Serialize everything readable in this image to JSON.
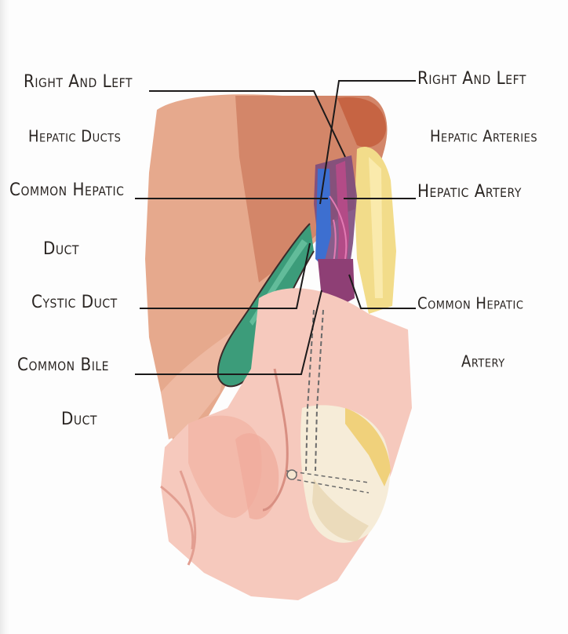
{
  "labels": {
    "left": {
      "right_left_hepatic_ducts": [
        "Right And Left",
        "Hepatic Ducts"
      ],
      "common_hepatic_duct": [
        "Common Hepatic",
        "Duct"
      ],
      "cystic_duct": "Cystic Duct",
      "common_bile_duct": [
        "Common Bile",
        "Duct"
      ]
    },
    "right": {
      "right_left_hepatic_arteries": [
        "Right And Left",
        "Hepatic Arteries"
      ],
      "hepatic_artery": "Hepatic Artery",
      "common_hepatic_artery": [
        "Common Hepatic",
        "Artery"
      ]
    }
  },
  "colors": {
    "liver": "#e3a487",
    "liver_dark": "#c9765a",
    "gallbladder": "#3e9e7c",
    "duct_blue": "#4a6fc9",
    "artery_purple": "#8a3c6e",
    "pancreas_yellow": "#f1d67a",
    "intestine_pink": "#f6c7bc",
    "leader_line": "#1c1a1a"
  }
}
